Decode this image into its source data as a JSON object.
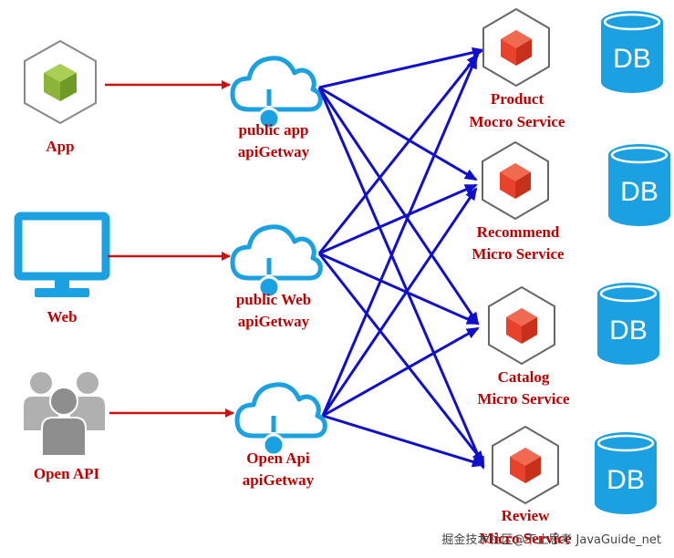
{
  "clients": [
    {
      "label": "App",
      "icon": "android-box-icon"
    },
    {
      "label": "Web",
      "icon": "monitor-icon"
    },
    {
      "label": "Open API",
      "icon": "users-group-icon"
    }
  ],
  "gateways": [
    {
      "line1": "public app",
      "line2": "apiGetway"
    },
    {
      "line1": "public Web",
      "line2": "apiGetway"
    },
    {
      "line1": "Open Api",
      "line2": "apiGetway"
    }
  ],
  "services": [
    {
      "line1": "Product",
      "line2": "Mocro Service",
      "db": "DB"
    },
    {
      "line1": "Recommend",
      "line2": "Micro Service",
      "db": "DB"
    },
    {
      "line1": "Catalog",
      "line2": "Micro Service",
      "db": "DB"
    },
    {
      "line1": "Review",
      "line2": "Micro Service",
      "db": "DB"
    }
  ],
  "watermark": "掘金技术社区@不止思考 JavaGuide_net",
  "colors": {
    "red_arrow": "#cc1111",
    "blue_arrow": "#1010cc",
    "label_red": "#c00000",
    "icon_blue": "#1ba1e2",
    "android_green": "#8cb43a",
    "service_red": "#e8412c",
    "people_gray": "#9a9a9a",
    "db_blue": "#1ba1e2"
  }
}
